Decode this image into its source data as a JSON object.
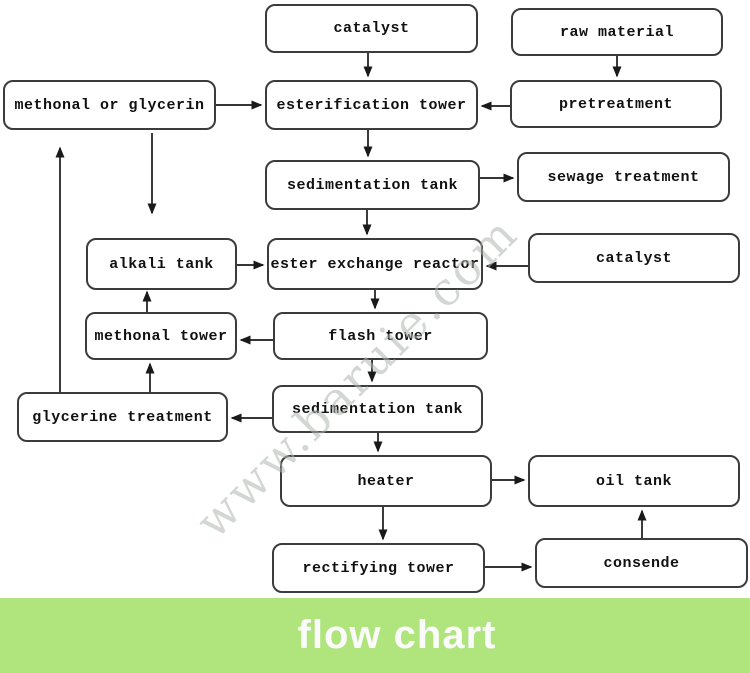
{
  "diagram": {
    "type": "flowchart",
    "nodes": {
      "catalyst_top": "catalyst",
      "raw_material": "raw material",
      "methonal_or_glycerin": "methonal or glycerin",
      "esterification_tower": "esterification tower",
      "pretreatment": "pretreatment",
      "sedimentation_tank_1": "sedimentation tank",
      "sewage_treatment": "sewage treatment",
      "alkali_tank": "alkali tank",
      "ester_exchange_reactor": "ester exchange reactor",
      "catalyst_right": "catalyst",
      "methonal_tower": "methonal tower",
      "flash_tower": "flash tower",
      "glycerine_treatment": "glycerine treatment",
      "sedimentation_tank_2": "sedimentation tank",
      "heater": "heater",
      "oil_tank": "oil tank",
      "rectifying_tower": "rectifying tower",
      "consende": "consende"
    },
    "edges": [
      {
        "from": "catalyst_top",
        "to": "esterification_tower"
      },
      {
        "from": "raw_material",
        "to": "pretreatment"
      },
      {
        "from": "pretreatment",
        "to": "esterification_tower"
      },
      {
        "from": "methonal_or_glycerin",
        "to": "esterification_tower"
      },
      {
        "from": "esterification_tower",
        "to": "sedimentation_tank_1"
      },
      {
        "from": "sedimentation_tank_1",
        "to": "sewage_treatment"
      },
      {
        "from": "sedimentation_tank_1",
        "to": "ester_exchange_reactor"
      },
      {
        "from": "catalyst_right",
        "to": "ester_exchange_reactor"
      },
      {
        "from": "alkali_tank",
        "to": "ester_exchange_reactor"
      },
      {
        "from": "ester_exchange_reactor",
        "to": "flash_tower"
      },
      {
        "from": "flash_tower",
        "to": "methonal_tower"
      },
      {
        "from": "methonal_tower",
        "to": "alkali_tank"
      },
      {
        "from": "flash_tower",
        "to": "sedimentation_tank_2"
      },
      {
        "from": "sedimentation_tank_2",
        "to": "glycerine_treatment"
      },
      {
        "from": "glycerine_treatment",
        "to": "methonal_tower"
      },
      {
        "from": "glycerine_treatment",
        "to": "methonal_or_glycerin"
      },
      {
        "from": "methonal_or_glycerin",
        "to": "alkali_tank"
      },
      {
        "from": "sedimentation_tank_2",
        "to": "heater"
      },
      {
        "from": "heater",
        "to": "oil_tank"
      },
      {
        "from": "heater",
        "to": "rectifying_tower"
      },
      {
        "from": "rectifying_tower",
        "to": "consende"
      },
      {
        "from": "consende",
        "to": "oil_tank"
      }
    ],
    "line_color": "#1a1a1a",
    "box_border_color": "#3c3c3c"
  },
  "watermark": {
    "text": "www.baruie.com",
    "color": "#afb6af"
  },
  "banner": {
    "title": "flow chart",
    "background": "#b0e57e",
    "text_color": "#fbfbfb"
  }
}
